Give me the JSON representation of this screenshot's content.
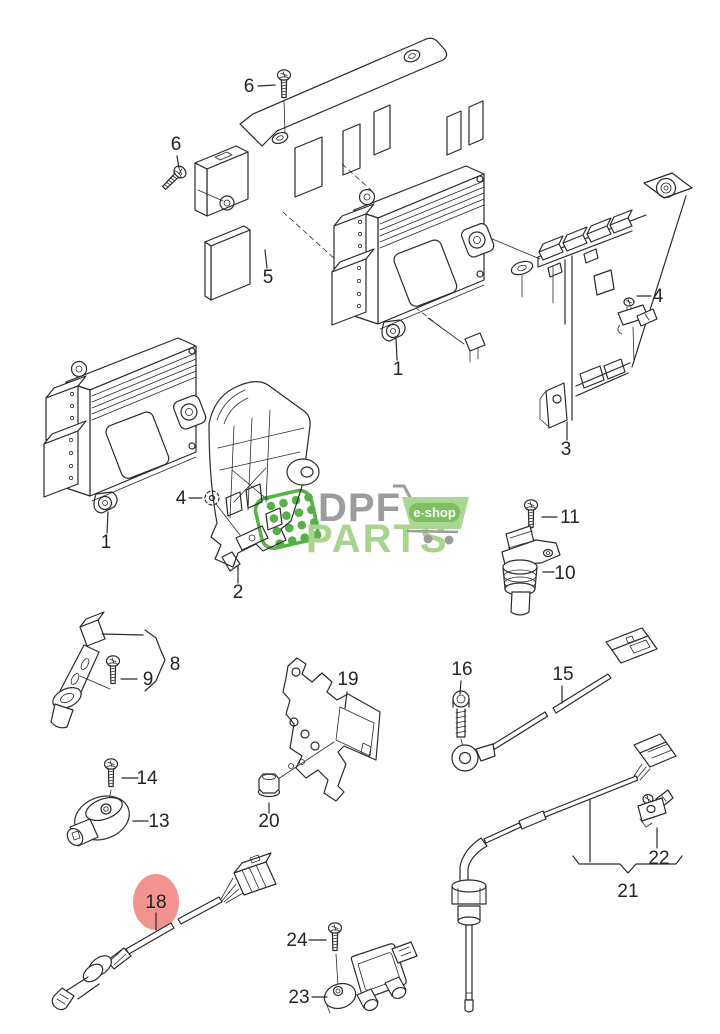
{
  "diagram": {
    "type": "exploded-parts-diagram",
    "background": "#ffffff",
    "line_color": "#2b2b2b",
    "part_labels": [
      {
        "text": "6"
      },
      {
        "text": "6"
      },
      {
        "text": "5"
      },
      {
        "text": "1"
      },
      {
        "text": "4"
      },
      {
        "text": "3"
      },
      {
        "text": "1"
      },
      {
        "text": "4"
      },
      {
        "text": "2"
      },
      {
        "text": "11"
      },
      {
        "text": "10"
      },
      {
        "text": "8"
      },
      {
        "text": "9"
      },
      {
        "text": "19"
      },
      {
        "text": "16"
      },
      {
        "text": "15"
      },
      {
        "text": "14"
      },
      {
        "text": "13"
      },
      {
        "text": "20"
      },
      {
        "text": "18"
      },
      {
        "text": "22"
      },
      {
        "text": "21"
      },
      {
        "text": "24"
      },
      {
        "text": "23"
      }
    ],
    "highlight": {
      "label": "18",
      "color": "#f2938f"
    }
  },
  "watermark": {
    "brand_line1": "DPF",
    "brand_line2": "PARTS",
    "badge_text": "e-shop",
    "colors": {
      "gray": "#9c9c9c",
      "text_green": "#a9d48f",
      "icon_green": "#57b148",
      "basket_green": "#a9d893",
      "badge_green": "#7cc05f",
      "badge_text": "#ffffff"
    }
  }
}
